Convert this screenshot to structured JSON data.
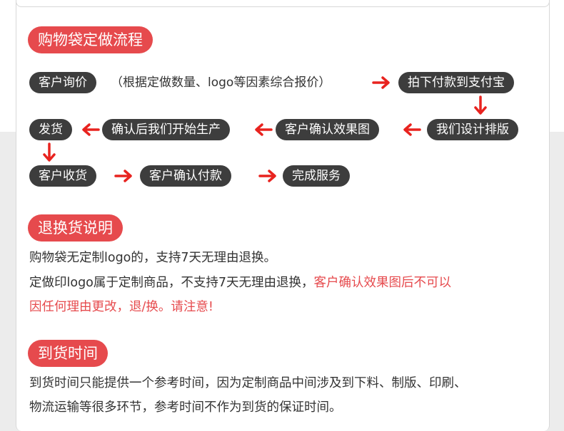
{
  "flow": {
    "title": "购物袋定做流程",
    "row1": {
      "step1": "客户询价",
      "note": "（根据定做数量、logo等因素综合报价）",
      "step2": "拍下付款到支付宝"
    },
    "row2": {
      "step1": "发货",
      "step2": "确认后我们开始生产",
      "step3": "客户确认效果图",
      "step4": "我们设计排版"
    },
    "row3": {
      "step1": "客户收货",
      "step2": "客户确认付款",
      "step3": "完成服务"
    }
  },
  "returns": {
    "title": "退换货说明",
    "line1": "购物袋无定制logo的，支持7天无理由退换。",
    "line2_normal": "定做印logo属于定制商品，不支持7天无理由退换，",
    "line2_red": "客户确认效果图后不可以",
    "line3_red": "因任何理由更改，退/换。请注意!"
  },
  "arrival": {
    "title": "到货时间",
    "line1": "到货时间只能提供一个参考时间，因为定制商品中间涉及到下料、制版、印刷、",
    "line2": "物流运输等很多环节，参考时间不作为到货的保证时间。"
  },
  "colors": {
    "accent": "#e64a4d",
    "pill": "#3d3d3d",
    "arrow": "#e8231f"
  }
}
